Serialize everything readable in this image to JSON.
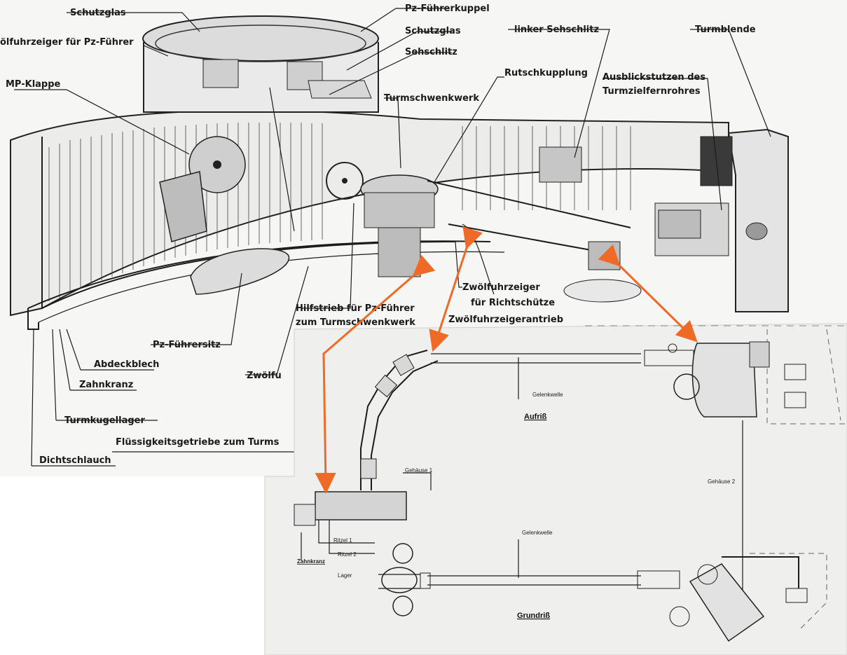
{
  "cutaway": {
    "labels": {
      "schutzglas_top": "Schutzglas",
      "zwoelfuhrzeiger_fuehrer": "ölfuhrzeiger für Pz-Führer",
      "mp_klappe": "MP-Klappe",
      "pz_fuehrerkuppel": "Pz-Führerkuppel",
      "schutzglas_right": "Schutzglas",
      "sehschlitz": "Sehschlitz",
      "linker_sehschlitz": "linker Sehschlitz",
      "turmblende": "Turmblende",
      "rutschkupplung": "Rutschkupplung",
      "ausblickstutzen_1": "Ausblickstutzen des",
      "ausblickstutzen_2": "Turmzielfernrohres",
      "turmschwenkwerk": "Turmschwenkwerk",
      "zwoelfuhrzeiger_richtschuetze_1": "Zwölfuhrzeiger",
      "zwoelfuhrzeiger_richtschuetze_2": "für Richtschütze",
      "zwoelfuhrzeigerantrieb": "Zwölfuhrzeigerantrieb",
      "hilfstrieb_1": "Hilfstrieb für Pz-Führer",
      "hilfstrieb_2": "zum Turmschwenkwerk",
      "pz_fuehrersitz": "Pz-Führersitz",
      "zwoelfu": "Zwölfu",
      "abdeckblech": "Abdeckblech",
      "zahnkranz": "Zahnkranz",
      "turmkugellager": "Turmkugellager",
      "fluessigkeitsgetriebe": "Flüssigkeitsgetriebe zum Turms",
      "dichtschlauch": "Dichtschlauch"
    }
  },
  "drawing": {
    "labels": {
      "gelenkwelle_top": "Gelenkwelle",
      "aufriss": "Aufriß",
      "gehaeuse_1": "Gehäuse 1",
      "gehaeuse_2": "Gehäuse 2",
      "gelenkwelle_bottom": "Gelenkwelle",
      "ritzel_1": "Ritzel 1",
      "ritzel_2": "Ritzel 2",
      "zahnkranz": "Zahnkranz",
      "lager": "Lager",
      "grundriss": "Grundriß"
    }
  },
  "colors": {
    "arrow": "#ee6a26",
    "ink": "#1c1c1c",
    "paper_top": "#f4f4f2",
    "paper_bottom": "#eeeeec"
  }
}
